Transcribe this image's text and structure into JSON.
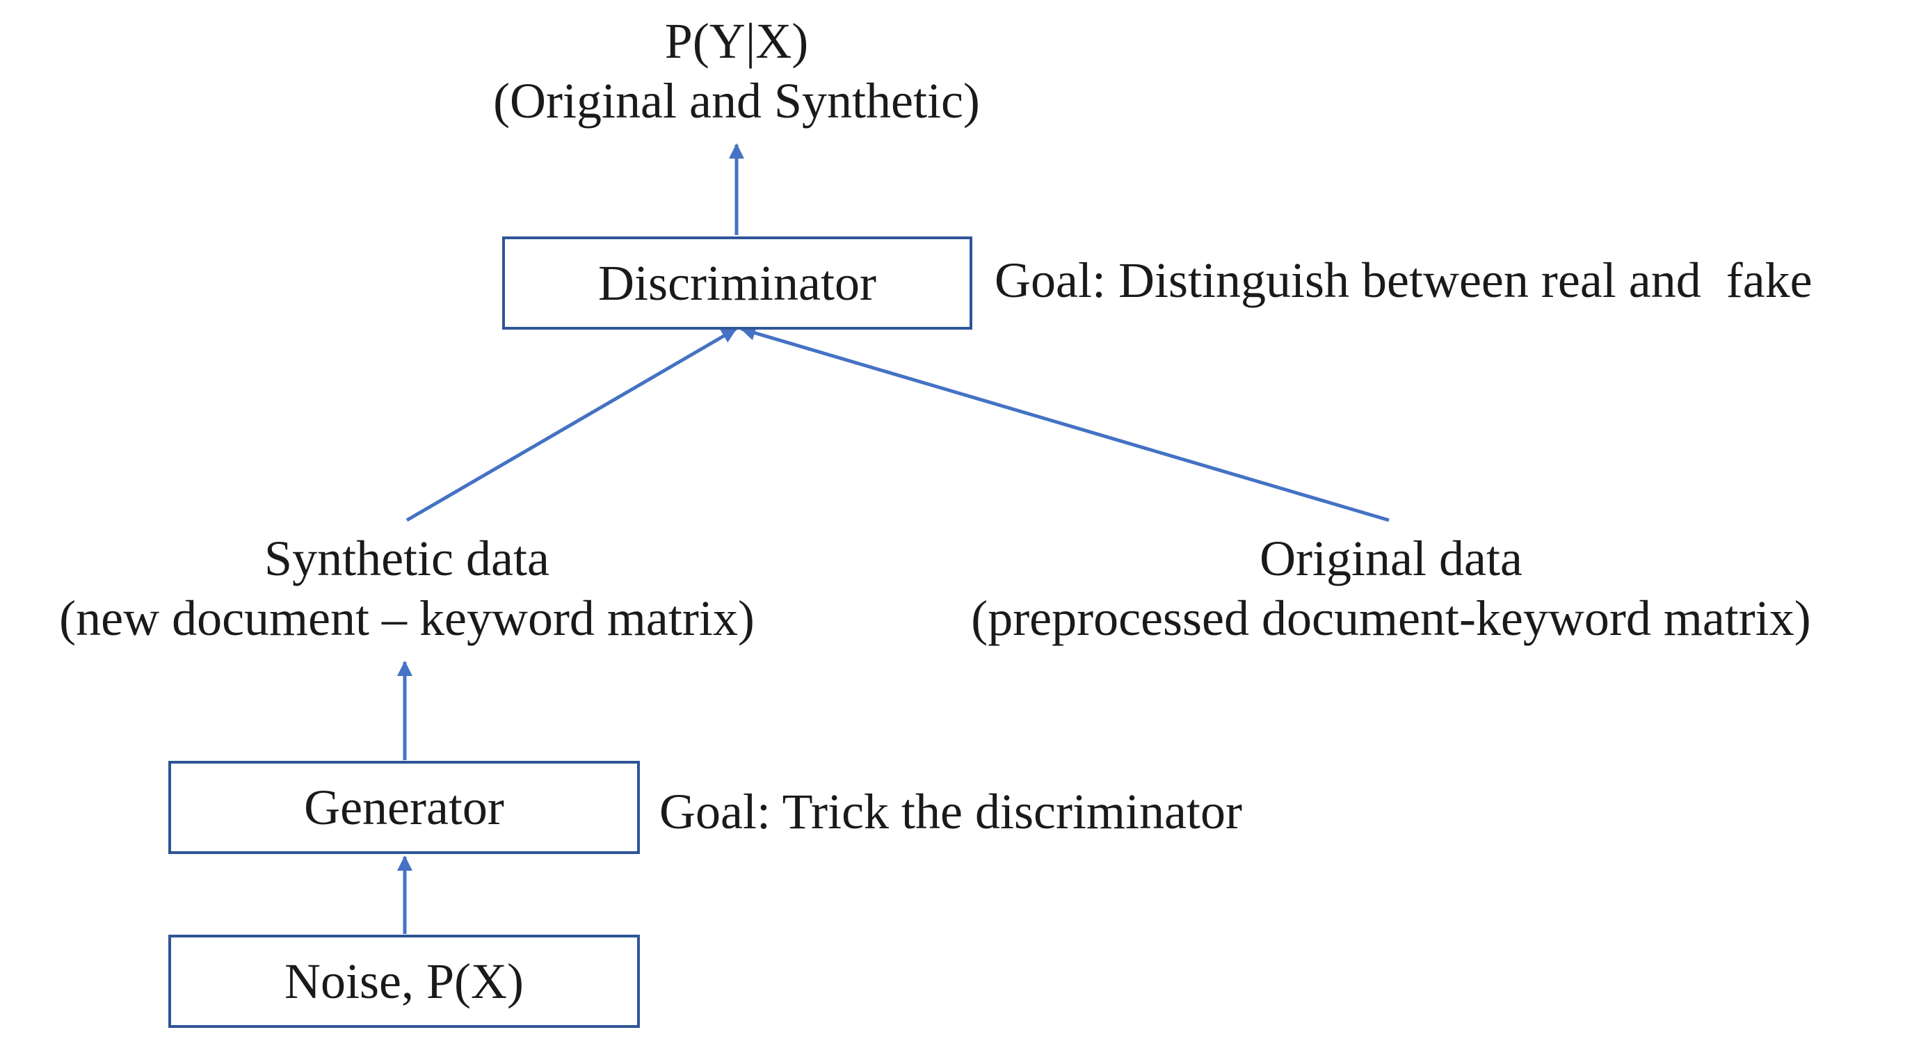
{
  "output": {
    "line1": "P(Y|X)",
    "line2": "(Original and Synthetic)"
  },
  "discriminator": {
    "label": "Discriminator",
    "goal": "Goal: Distinguish between real and  fake"
  },
  "synthetic_data": {
    "line1": "Synthetic data",
    "line2": "(new document – keyword matrix)"
  },
  "original_data": {
    "line1": "Original data",
    "line2": "(preprocessed document-keyword matrix)"
  },
  "generator": {
    "label": "Generator",
    "goal": "Goal: Trick the discriminator"
  },
  "noise": {
    "label": "Noise, P(X)"
  },
  "colors": {
    "arrow": "#4472c4",
    "box_border": "#2f5597",
    "text": "#1a1a1a"
  }
}
